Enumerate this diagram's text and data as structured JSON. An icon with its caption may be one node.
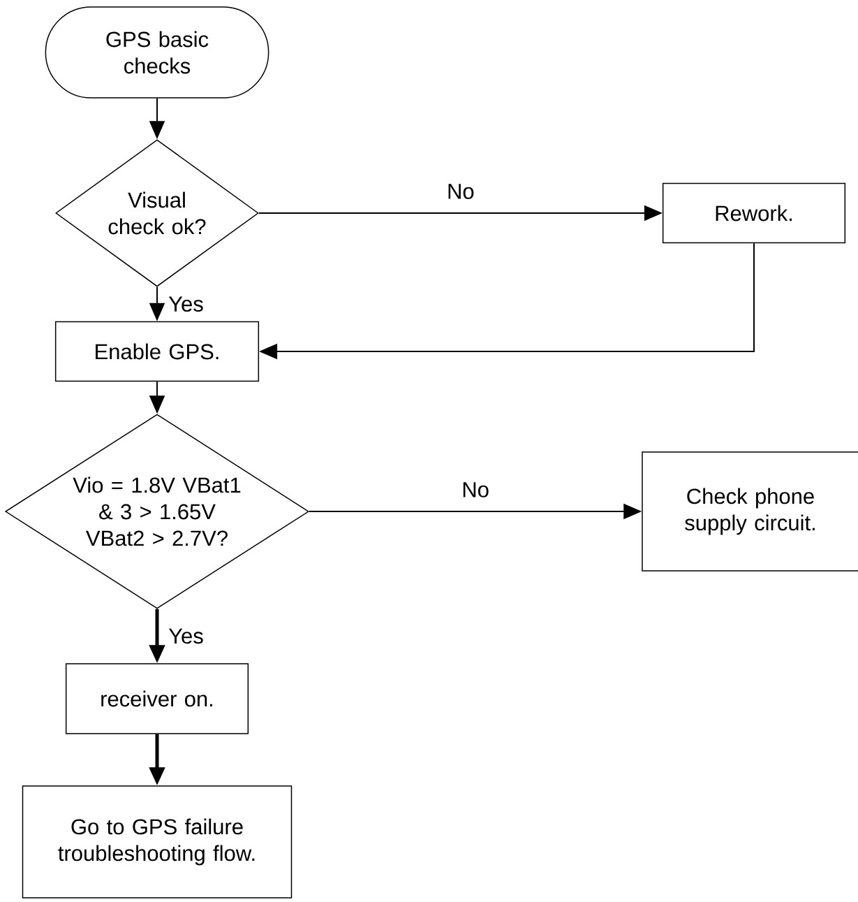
{
  "diagram": {
    "nodes": [
      {
        "text": [
          "GPS basic checks"
        ]
      },
      {
        "text": [
          "Visual check ok?"
        ]
      },
      {
        "text": [
          "Rework."
        ]
      },
      {
        "text": [
          "Enable GPS."
        ]
      },
      {
        "text": [
          "Vio = 1.8V VBat1 & 3 > 1.65V VBat2 > 2.7V?"
        ]
      },
      {
        "text": [
          "Check phone supply circuit."
        ]
      },
      {
        "text": [
          "receiver on."
        ]
      },
      {
        "text": [
          "Go to GPS failure troubleshooting flow."
        ]
      }
    ],
    "edges": [
      {
        "from": 0,
        "to": 1,
        "arrow": "to"
      },
      {
        "from": 1,
        "to": 2,
        "arrow": "to",
        "label": "No"
      },
      {
        "from": 1,
        "to": 3,
        "arrow": "to",
        "label": "Yes"
      },
      {
        "from": 2,
        "to": 3,
        "arrow": "to"
      },
      {
        "from": 3,
        "to": 4,
        "arrow": "to"
      },
      {
        "from": 4,
        "to": 5,
        "arrow": "to",
        "label": "No"
      },
      {
        "from": 4,
        "to": 6,
        "arrow": "to",
        "label": "Yes",
        "style": "thick"
      },
      {
        "from": 6,
        "to": 7,
        "arrow": "to",
        "style": "thick"
      }
    ]
  }
}
